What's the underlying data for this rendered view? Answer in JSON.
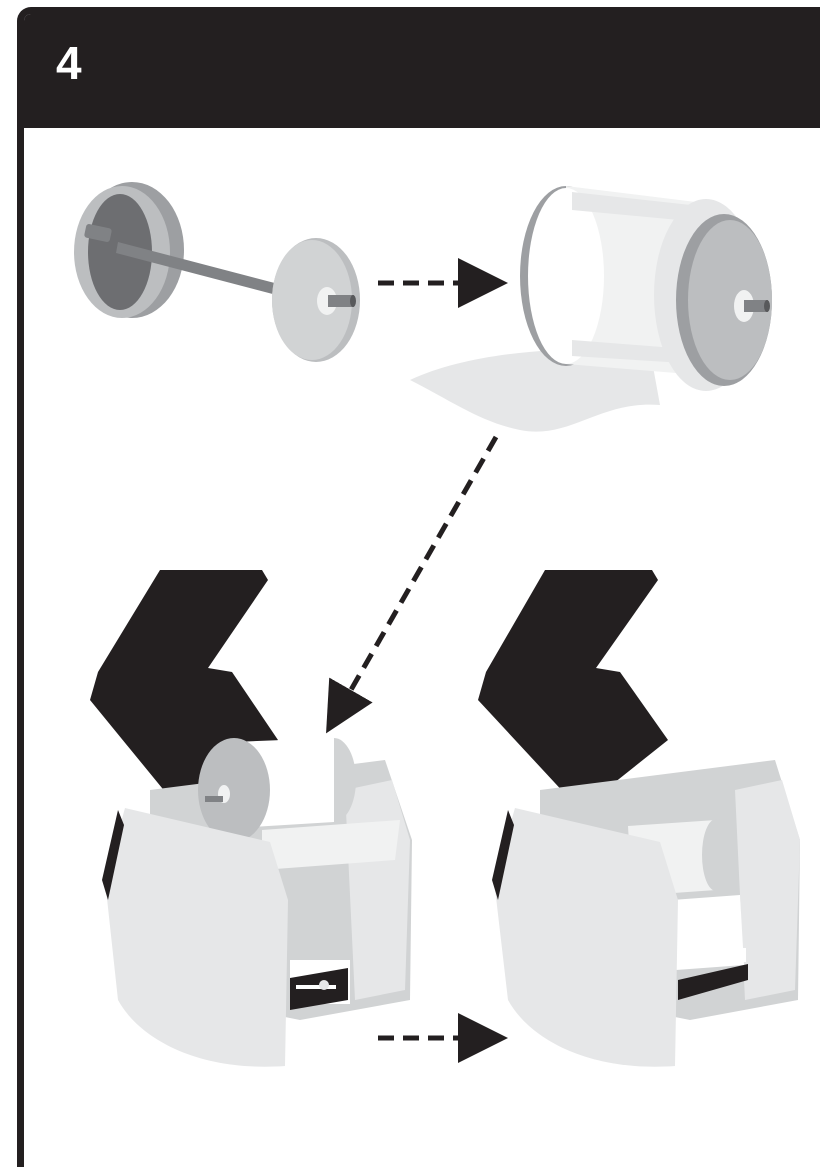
{
  "step": {
    "number": "4"
  },
  "colors": {
    "header": "#231f20",
    "arrow": "#231f20",
    "printer_body": "#e6e7e8",
    "printer_lid": "#231f20",
    "spindle_grey": "#b3b3b3"
  },
  "illustrations": [
    {
      "id": "spindle",
      "icon": "spindle-icon"
    },
    {
      "id": "label-roll-on-spindle",
      "icon": "label-roll-icon"
    },
    {
      "id": "printer-loading",
      "icon": "printer-open-icon"
    },
    {
      "id": "printer-loaded",
      "icon": "printer-loaded-icon"
    }
  ],
  "arrows": [
    {
      "id": "spindle-to-roll",
      "style": "dashed"
    },
    {
      "id": "roll-to-printer",
      "style": "dashed"
    },
    {
      "id": "printer-to-loaded",
      "style": "dashed"
    }
  ]
}
